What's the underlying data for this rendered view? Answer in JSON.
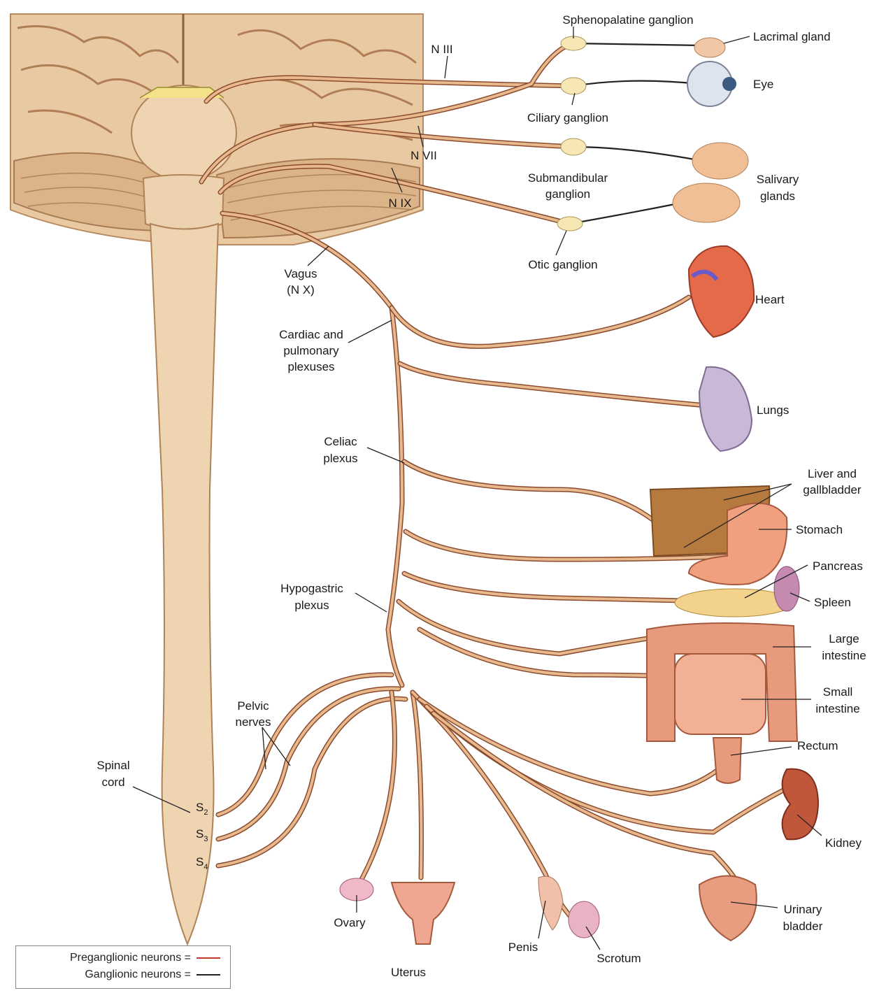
{
  "labels": {
    "sphenopalatine": "Sphenopalatine ganglion",
    "lacrimal": "Lacrimal gland",
    "n3": "N III",
    "eye": "Eye",
    "ciliary": "Ciliary ganglion",
    "n7": "N VII",
    "submandibular_1": "Submandibular",
    "submandibular_2": "ganglion",
    "salivary_1": "Salivary",
    "salivary_2": "glands",
    "n9": "N IX",
    "otic": "Otic ganglion",
    "vagus_1": "Vagus",
    "vagus_2": "(N X)",
    "cardiac_1": "Cardiac and",
    "cardiac_2": "pulmonary",
    "cardiac_3": "plexuses",
    "heart": "Heart",
    "lungs": "Lungs",
    "celiac_1": "Celiac",
    "celiac_2": "plexus",
    "liver_1": "Liver and",
    "liver_2": "gallbladder",
    "stomach": "Stomach",
    "pancreas": "Pancreas",
    "hypogastric_1": "Hypogastric",
    "hypogastric_2": "plexus",
    "spleen": "Spleen",
    "large_1": "Large",
    "large_2": "intestine",
    "small_1": "Small",
    "small_2": "intestine",
    "pelvic_1": "Pelvic",
    "pelvic_2": "nerves",
    "rectum": "Rectum",
    "spinal_1": "Spinal",
    "spinal_2": "cord",
    "s2": "S",
    "s2_sub": "2",
    "s3": "S",
    "s3_sub": "3",
    "s4": "S",
    "s4_sub": "4",
    "kidney": "Kidney",
    "ovary": "Ovary",
    "uterus": "Uterus",
    "penis": "Penis",
    "scrotum": "Scrotum",
    "urinary_1": "Urinary",
    "urinary_2": "bladder"
  },
  "legend": {
    "preganglionic": "Preganglionic neurons =",
    "ganglionic": "Ganglionic neurons ="
  },
  "colors": {
    "preganglionic": "#c0392b",
    "ganglionic": "#222222",
    "nerve": "#8a4a2e",
    "tissue": "#e8c8a0"
  }
}
